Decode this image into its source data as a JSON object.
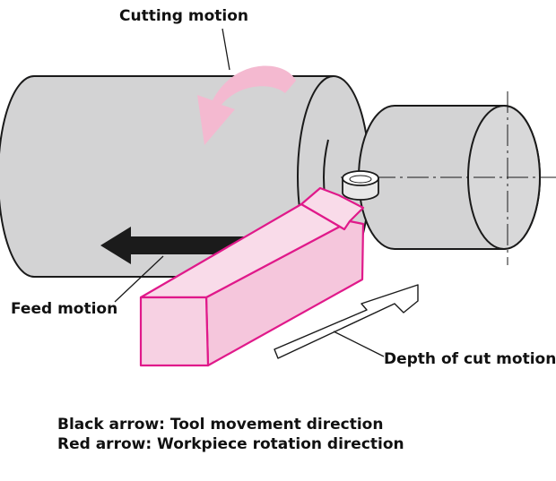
{
  "labels": {
    "cutting_motion": "Cutting motion",
    "feed_motion": "Feed motion",
    "depth_of_cut_motion": "Depth of cut motion"
  },
  "legend": {
    "black_arrow": "Black arrow: Tool movement direction",
    "red_arrow": "Red arrow: Workpiece rotation direction"
  },
  "colors": {
    "workpiece_fill": "#d3d3d4",
    "tool_fill": "#f7d1e3",
    "tool_outline": "#e0198a",
    "rotation_arrow": "#f4b9d0",
    "feed_arrow": "#1b1b1b",
    "outline": "#1a1a1a"
  }
}
